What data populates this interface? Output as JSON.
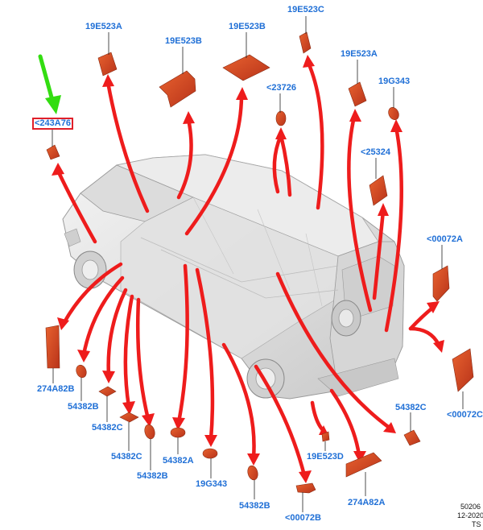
{
  "labels": {
    "l1": "<243A76",
    "l2": "19E523A",
    "l3": "19E523B",
    "l4": "19E523B",
    "l5": "19E523C",
    "l6": "<23726",
    "l7": "19E523A",
    "l8": "19G343",
    "l9": "<25324",
    "l10": "<00072A",
    "l11": "274A82B",
    "l12": "54382B",
    "l13": "54382C",
    "l14": "54382C",
    "l15": "54382B",
    "l16": "54382A",
    "l17": "19G343",
    "l18": "54382B",
    "l19": "<00072B",
    "l20": "19E523D",
    "l21": "274A82A",
    "l22": "54382C",
    "l23": "<00072C"
  },
  "reference": {
    "code": "50206",
    "date": "12-2020",
    "initials": "TS"
  },
  "colors": {
    "label": "#1f6fd6",
    "arrow": "#ee1c1c",
    "part": "#d9471e",
    "pointer": "#33dd11",
    "highlight_box": "#e0202a"
  }
}
